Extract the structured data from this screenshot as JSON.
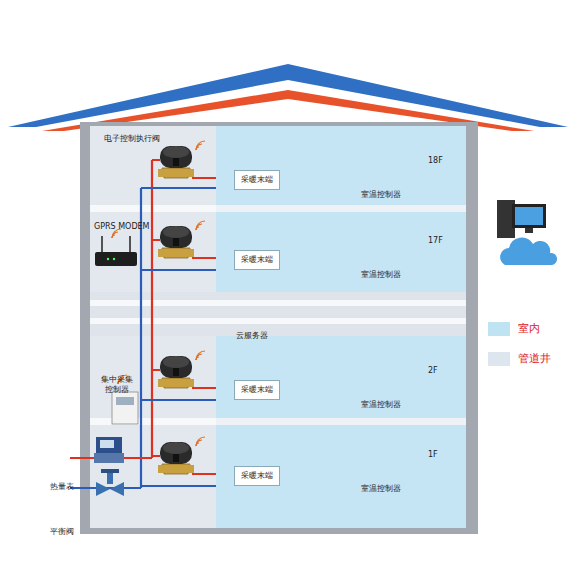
{
  "diagram": {
    "nodes": [
      {
        "text": [
          "18F"
        ]
      },
      {
        "text": [
          "采暖末端"
        ],
        "in": 0
      },
      {
        "text": [
          "室温控制器"
        ],
        "in": 0
      },
      {
        "text": [
          "17F"
        ]
      },
      {
        "text": [
          "采暖末端"
        ],
        "in": 3
      },
      {
        "text": [
          "室温控制器"
        ],
        "in": 3
      },
      {
        "text": [
          "2F"
        ]
      },
      {
        "text": [
          "采暖末端"
        ],
        "in": 6
      },
      {
        "text": [
          "室温控制器"
        ],
        "in": 6
      },
      {
        "text": [
          "1F"
        ]
      },
      {
        "text": [
          "采暖末端"
        ],
        "in": 9
      },
      {
        "text": [
          "室温控制器"
        ],
        "in": 9
      }
    ],
    "labels": [
      "电子控制执行阀",
      "GPRS MODEM",
      "集中采集控制器",
      "热量表",
      "平衡阀",
      "云服务器"
    ],
    "legend": [
      {
        "text": "室内",
        "color": "#bfe3f3"
      },
      {
        "text": "管道井",
        "color": "#dde6ef"
      }
    ]
  }
}
